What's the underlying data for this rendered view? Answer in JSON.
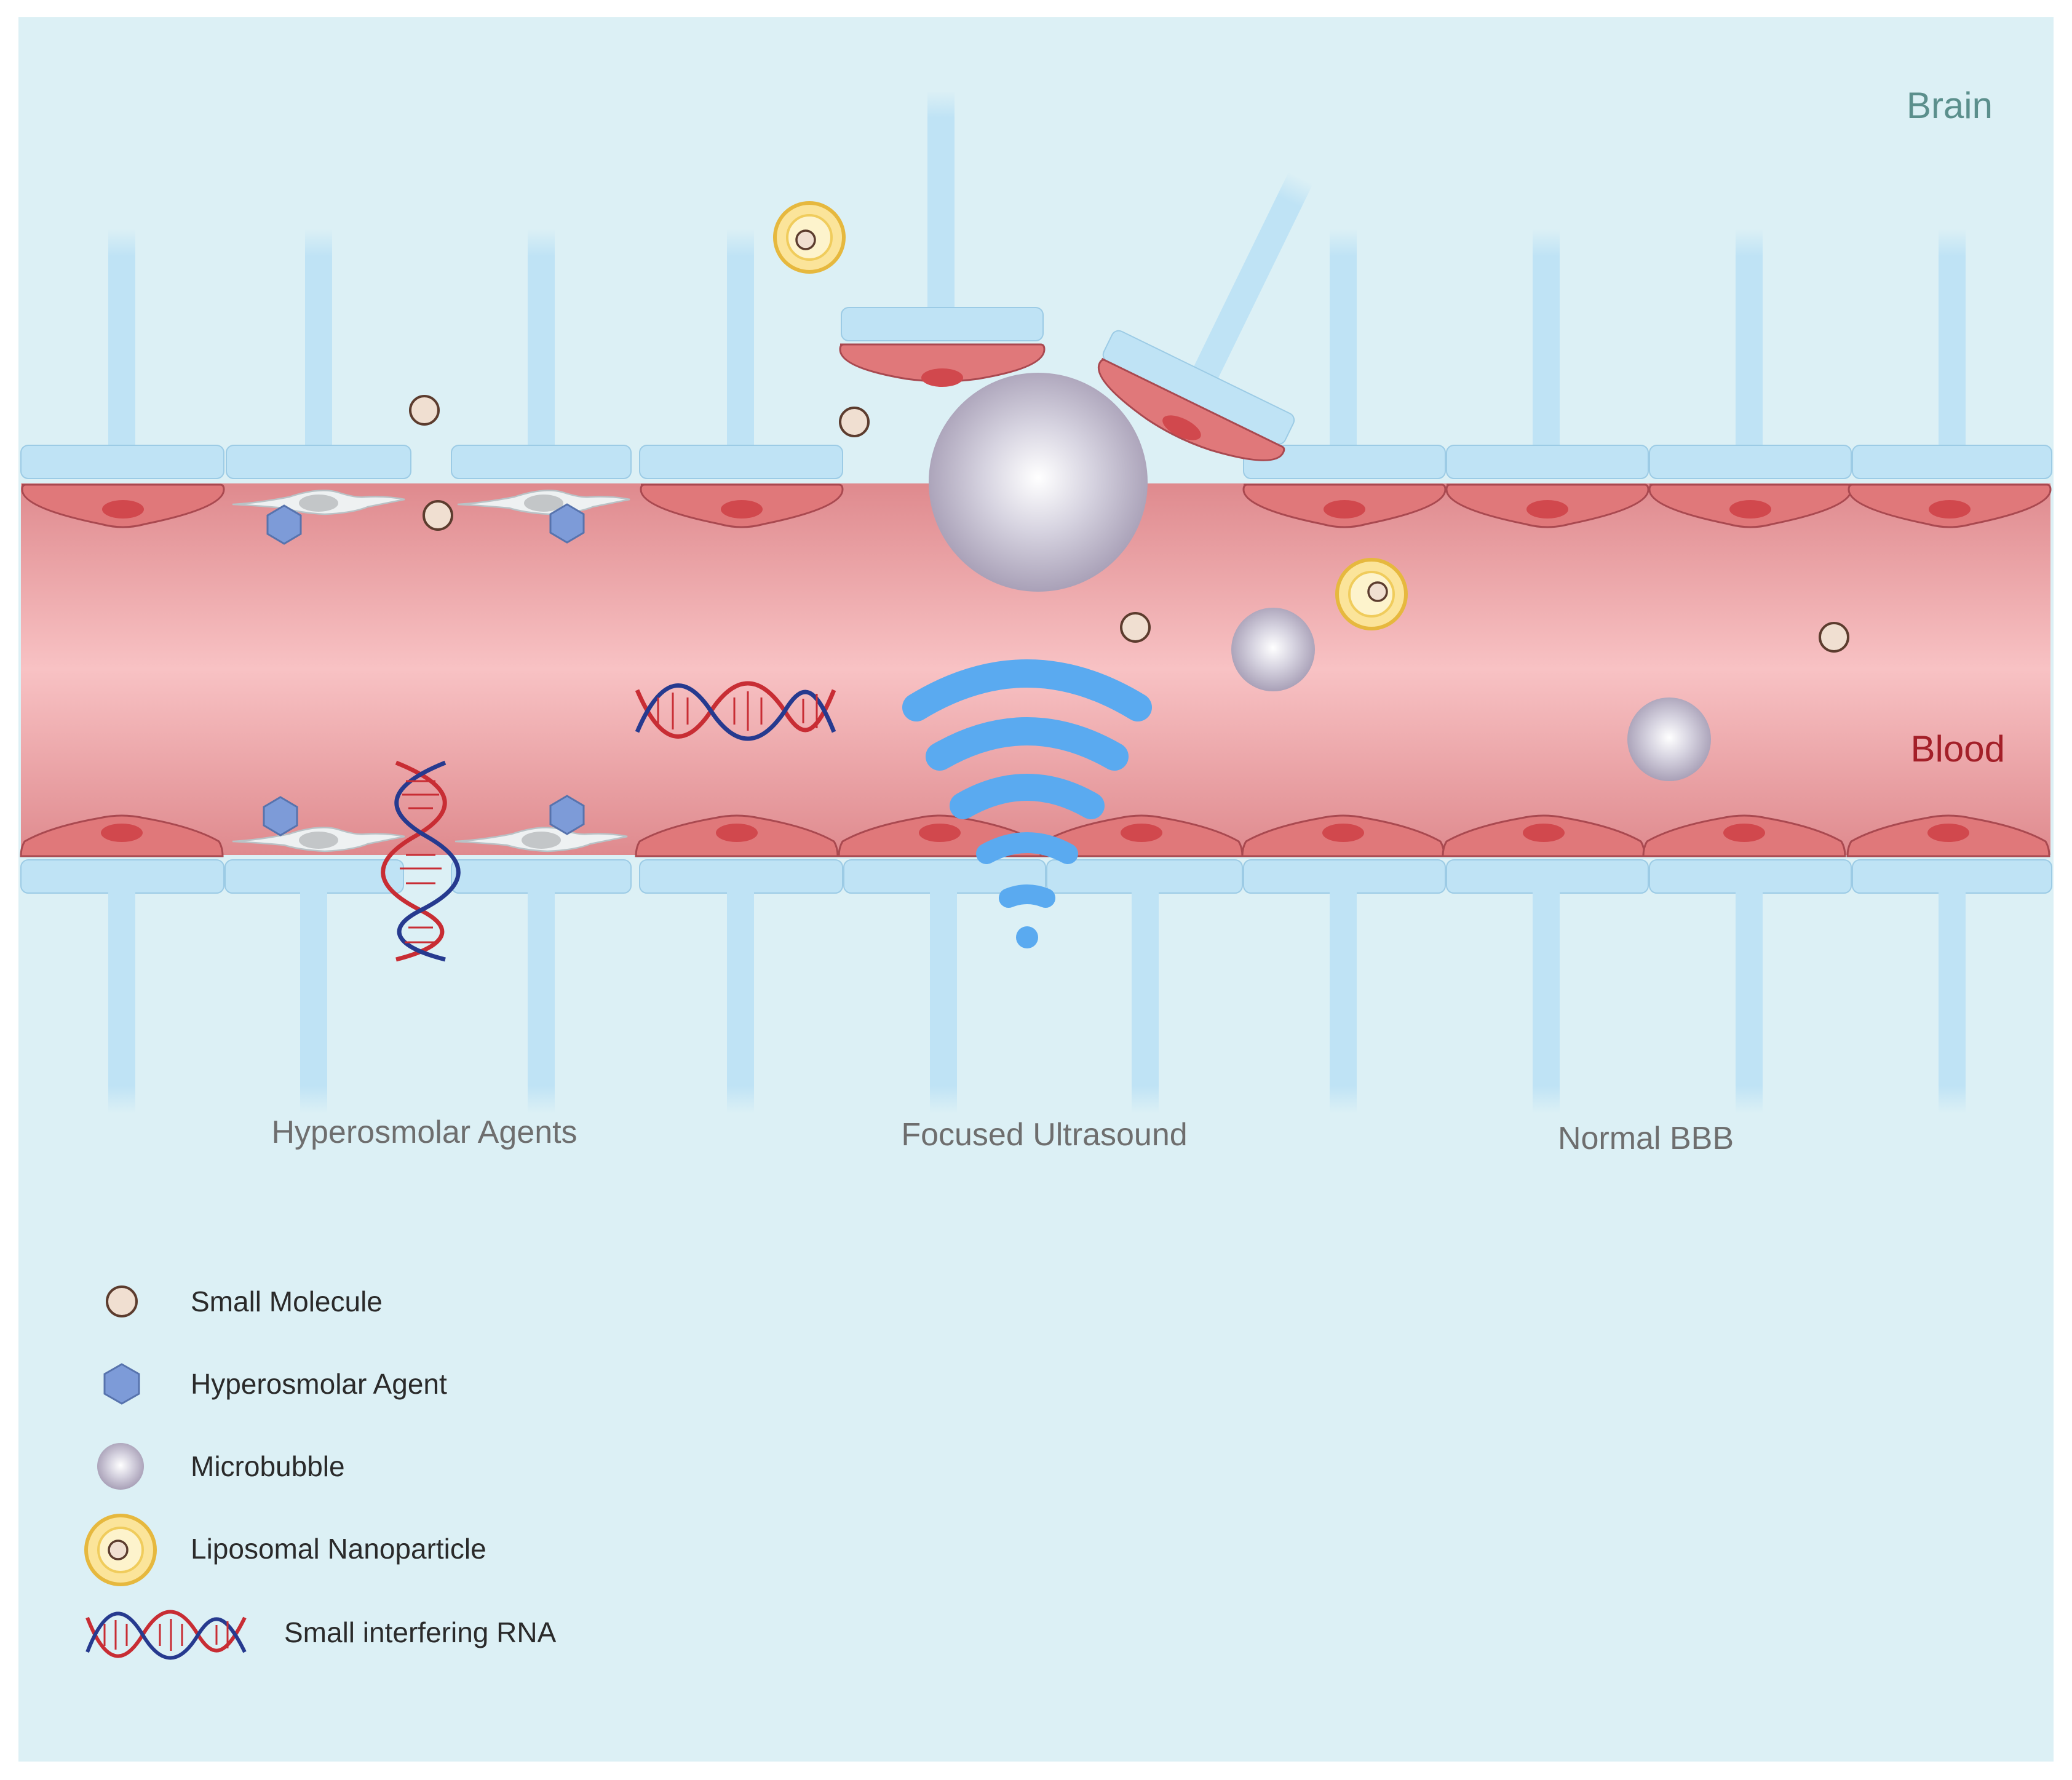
{
  "regions": {
    "brain": "Brain",
    "blood": "Blood"
  },
  "sections": {
    "hyperosmolar": "Hyperosmolar Agents",
    "ultrasound": "Focused Ultrasound",
    "normal": "Normal BBB"
  },
  "legend": [
    {
      "icon": "small-molecule-icon",
      "label": "Small Molecule"
    },
    {
      "icon": "hyperosmolar-agent-icon",
      "label": "Hyperosmolar Agent"
    },
    {
      "icon": "microbubble-icon",
      "label": "Microbubble"
    },
    {
      "icon": "liposomal-nanoparticle-icon",
      "label": "Liposomal Nanoparticle"
    },
    {
      "icon": "sirna-icon",
      "label": "Small interfering RNA"
    }
  ],
  "colors": {
    "background": "#dcf0f5",
    "astrocyte": "#bfe3f5",
    "endothelial": "#e0787a",
    "nucleus": "#d1484d",
    "vessel": "#f0a5a8",
    "ultrasound": "#5aaaf0",
    "brain_label": "#5b8f8c",
    "blood_label": "#a31f28",
    "section_label": "#6e6e6e"
  }
}
